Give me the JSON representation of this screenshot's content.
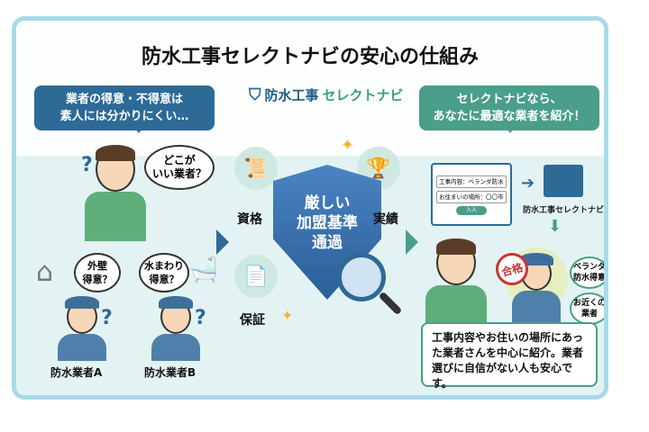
{
  "title": "防水工事セレクトナビの安心の仕組み",
  "logo": {
    "part1": "防水工事",
    "part2": "セレクトナビ"
  },
  "left_bubble": {
    "line1": "業者の得意・不得意は",
    "line2": "素人には分かりにくい…"
  },
  "right_bubble": {
    "line1": "セレクトナビなら、",
    "line2": "あなたに最適な業者を紹介！"
  },
  "customer_thought": {
    "line1": "どこが",
    "line2": "いい業者？"
  },
  "contractor_a": {
    "label": "防水業者A",
    "thought1": "外壁",
    "thought2": "得意？"
  },
  "contractor_b": {
    "label": "防水業者B",
    "thought1": "水まわり",
    "thought2": "得意？"
  },
  "criteria": {
    "qualification": "資格",
    "achievement": "実績",
    "guarantee": "保証"
  },
  "shield": {
    "line1": "厳しい",
    "line2": "加盟基準",
    "line3": "通過"
  },
  "form": {
    "field1": "工事内容：ベランダ防水",
    "field2": "お住まいの場所：〇〇市",
    "button": "入入"
  },
  "system_label": "防水工事セレクトナビ",
  "stamp": "合格",
  "matched_bubbles": {
    "b1_line1": "ベランダ",
    "b1_line2": "防水得意",
    "b2_line1": "お近くの",
    "b2_line2": "業者"
  },
  "message": "工事内容やお住いの場所にあった業者さんを中心に紹介。業者選びに自信がない人も安心です。",
  "colors": {
    "blue": "#2d6a96",
    "green": "#4a9e8a",
    "frame": "#a9dbe8",
    "bg": "#e3f3f4"
  }
}
